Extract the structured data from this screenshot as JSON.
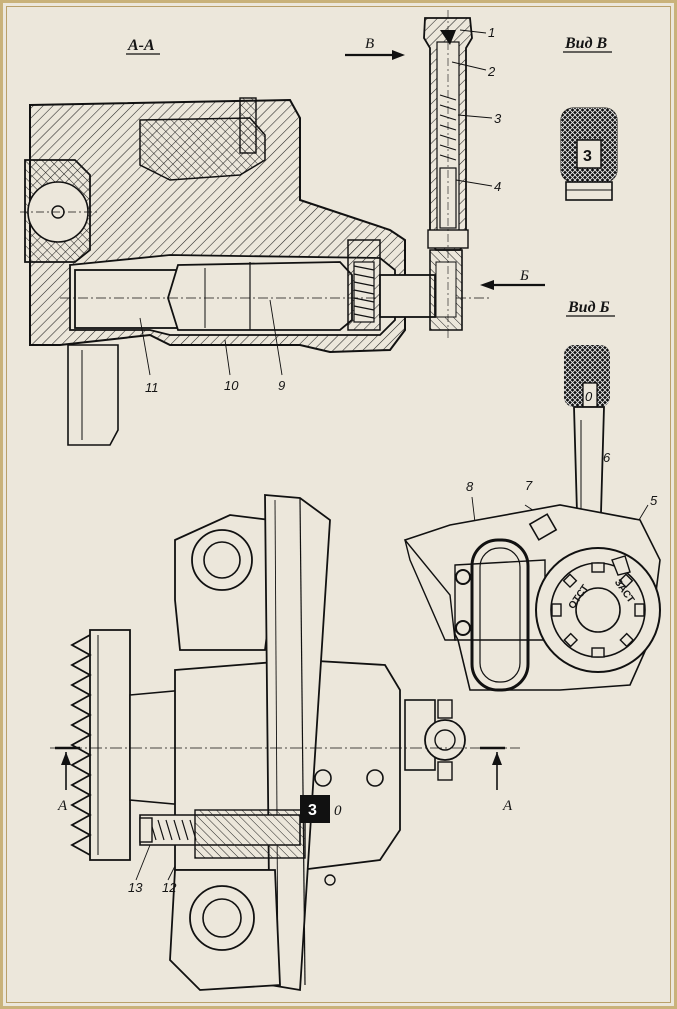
{
  "section_titles": {
    "section_aa": "А-А",
    "view_v": "Вид В",
    "view_b": "Вид Б"
  },
  "arrow_labels": {
    "v_arrow": "В",
    "b_arrow": "Б",
    "a_left": "А",
    "a_right": "А"
  },
  "part_numbers": {
    "p1": "1",
    "p2": "2",
    "p3": "3",
    "p4": "4",
    "p5": "5",
    "p6": "6",
    "p7": "7",
    "p8": "8",
    "p9": "9",
    "p10": "10",
    "p11": "11",
    "p12": "12",
    "p13": "13"
  },
  "knob_marks": {
    "view_v_digit": "3",
    "view_b_digit": "0",
    "plate_digit_3": "3",
    "plate_digit_0": "0"
  },
  "dial_labels": {
    "off": "ОТСТ",
    "lock": "ЗАСТ"
  }
}
